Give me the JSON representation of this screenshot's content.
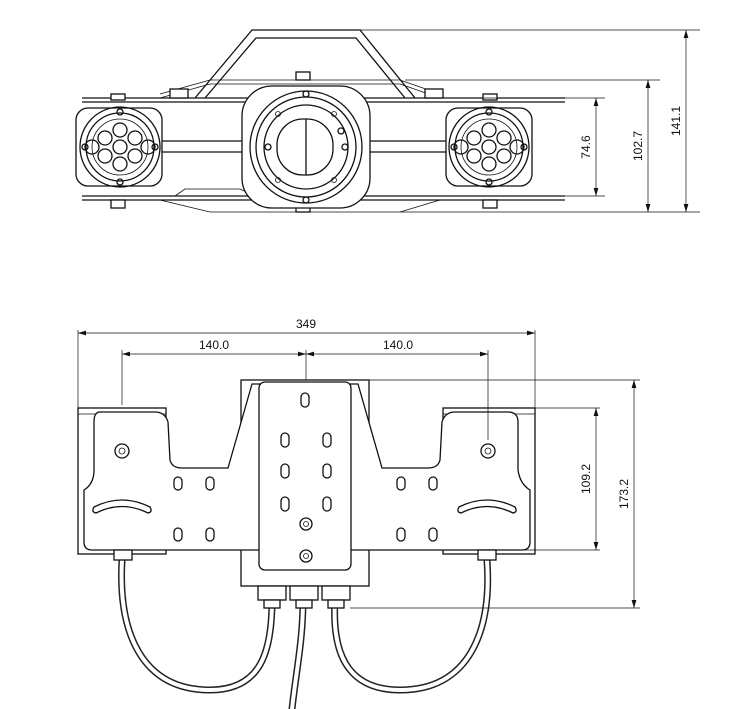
{
  "dimensions": {
    "top_view": {
      "height_inner": "74.6",
      "height_mid": "102.7",
      "height_outer": "141.1"
    },
    "front_view": {
      "overall_width": "349",
      "left_spacing": "140.0",
      "right_spacing": "140.0",
      "height_inner": "109.2",
      "height_outer": "173.2"
    }
  }
}
